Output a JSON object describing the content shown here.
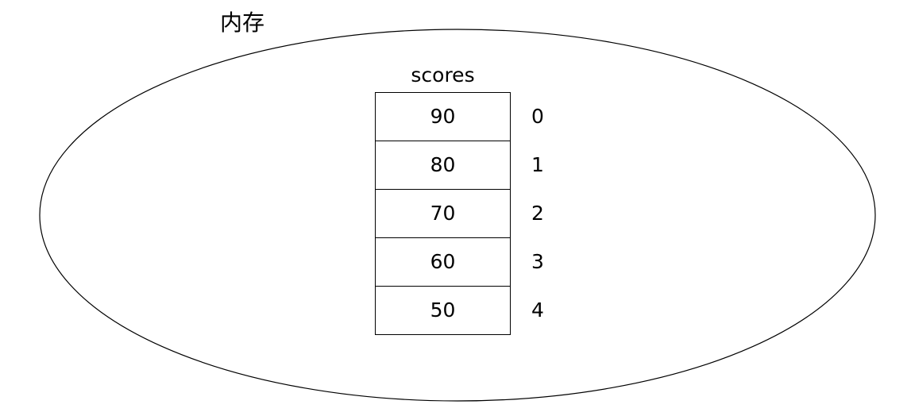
{
  "diagram": {
    "type": "memory-array-diagram",
    "background_color": "#ffffff",
    "stroke_color": "#000000",
    "memory_label": "内存",
    "array": {
      "name": "scores",
      "cells": [
        {
          "value": "90",
          "index": "0"
        },
        {
          "value": "80",
          "index": "1"
        },
        {
          "value": "70",
          "index": "2"
        },
        {
          "value": "60",
          "index": "3"
        },
        {
          "value": "50",
          "index": "4"
        }
      ]
    }
  }
}
